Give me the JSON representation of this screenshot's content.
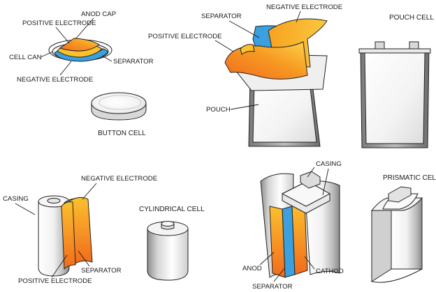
{
  "labels": {
    "anod_cap": "ANOD CAP",
    "positive_electrode_button": "POSITIVE  ELECTRODE",
    "cell_can": "CELL CAN",
    "separator_button": "SEPARATOR",
    "negative_electrode_button": "NEGATIVE ELECTRODE",
    "button_cell": "BUTTON CELL",
    "separator_pouch": "SEPARATOR",
    "negative_electrode_pouch": "NEGATIVE ELECTRODE",
    "positive_electrode_pouch": "POSITIVE  ELECTRODE",
    "pouch": "POUCH",
    "pouch_cell": "POUCH  CELL",
    "casing_cyl": "CASING",
    "negative_electrode_cyl": "NEGATIVE ELECTRODE",
    "separator_cyl": "SEPARATOR",
    "positive_electrode_cyl": "POSITIVE  ELECTRODE",
    "cylindrical_cell": "CYLINDRICAL CELL",
    "casing_prism": "CASING",
    "anod": "ANOD",
    "cathod": "CATHOD",
    "separator_prism": "SEPARATOR",
    "prismatic_cell": "PRISMATIC CELL"
  },
  "colors": {
    "electrode_orange": "#f26b1d",
    "electrode_yellow": "#fbc02d",
    "separator_blue": "#3aa0e0",
    "outline": "#222222",
    "metal_light": "#f2f2f2",
    "metal_dark": "#9a9a9a"
  }
}
